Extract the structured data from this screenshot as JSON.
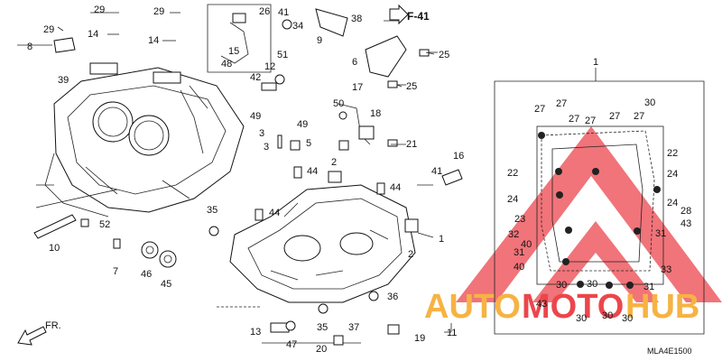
{
  "callouts": {
    "c1": "1",
    "c1b": "1",
    "c2a": "2",
    "c2b": "2",
    "c3a": "3",
    "c3b": "3",
    "c5": "5",
    "c6": "6",
    "c7": "7",
    "c8": "8",
    "c9": "9",
    "c10": "10",
    "c11": "11",
    "c12": "12",
    "c13": "13",
    "c14a": "14",
    "c14b": "14",
    "c15": "15",
    "c16": "16",
    "c17": "17",
    "c18": "18",
    "c19": "19",
    "c20": "20",
    "c21": "21",
    "c22a": "22",
    "c22b": "22",
    "c23": "23",
    "c24a": "24",
    "c24b": "24",
    "c24c": "24",
    "c25a": "25",
    "c25b": "25",
    "c26": "26",
    "c27a": "27",
    "c27b": "27",
    "c27c": "27",
    "c27d": "27",
    "c27e": "27",
    "c27f": "27",
    "c28": "28",
    "c29a": "29",
    "c29b": "29",
    "c29c": "29",
    "c30a": "30",
    "c30b": "30",
    "c30c": "30",
    "c30d": "30",
    "c30e": "30",
    "c30f": "30",
    "c31a": "31",
    "c31b": "31",
    "c31c": "31",
    "c32": "32",
    "c33": "33",
    "c34": "34",
    "c35a": "35",
    "c35b": "35",
    "c36": "36",
    "c37": "37",
    "c38": "38",
    "c39": "39",
    "c40a": "40",
    "c40b": "40",
    "c41a": "41",
    "c41b": "41",
    "c42": "42",
    "c43a": "43",
    "c43b": "43",
    "c44a": "44",
    "c44b": "44",
    "c44c": "44",
    "c45": "45",
    "c46": "46",
    "c47": "47",
    "c48": "48",
    "c49a": "49",
    "c49b": "49",
    "c50": "50",
    "c51": "51",
    "c52": "52"
  },
  "ref_arrow_label": "F-41",
  "front_label": "FR.",
  "diagram_code": "MLA4E1500",
  "watermark": {
    "part1": "AUTO",
    "part2": "MOTO",
    "part3": "HUB",
    "color_red": "#e8262d",
    "color_orange": "#f5a623"
  }
}
